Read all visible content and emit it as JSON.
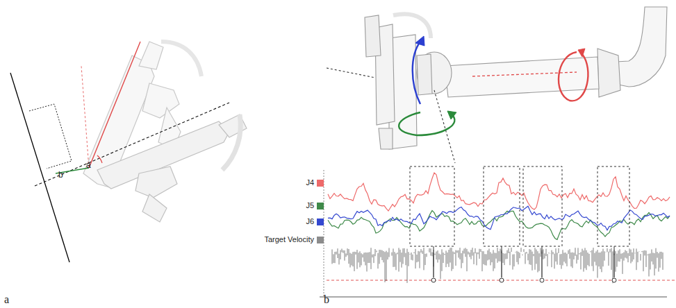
{
  "diagram": {
    "labels": [
      "b",
      "a",
      "a",
      "b"
    ],
    "legend": [
      {
        "text": "J4",
        "color": "#ee6a6a"
      },
      {
        "text": "J5",
        "color": "#3f8a4a"
      },
      {
        "text": "J6",
        "color": "#3448d0"
      },
      {
        "text": "Target Velocity",
        "color": "#8c8c8c"
      }
    ]
  }
}
